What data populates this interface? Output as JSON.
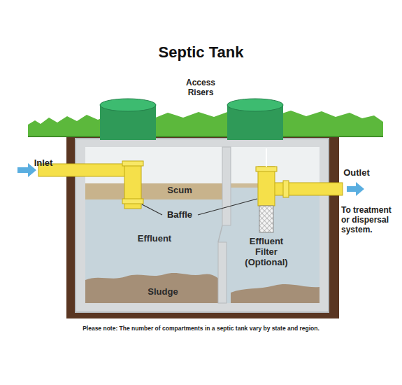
{
  "diagram": {
    "title": "Septic Tank",
    "caption": "Please note: The number of compartments in a septic tank vary by state and region.",
    "nodes": [
      {
        "text": [
          "Scum",
          "Effluent",
          "Sludge"
        ]
      },
      {
        "text": [
          "Effluent Filter (Optional)"
        ]
      }
    ],
    "labels": [
      "Access Risers",
      "Inlet",
      "Outlet",
      "To treatment or dispersal system.",
      "Baffle"
    ]
  }
}
